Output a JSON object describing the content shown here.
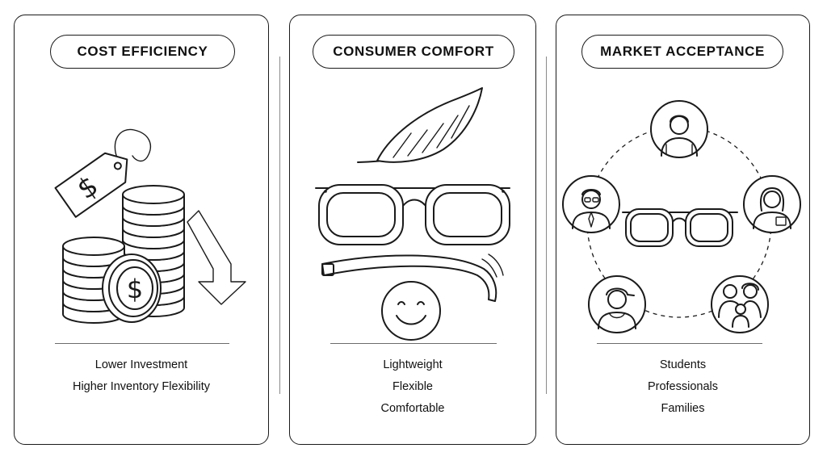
{
  "panels": [
    {
      "title": "COST EFFICIENCY",
      "items": [
        "Lower Investment",
        "Higher Inventory Flexibility"
      ],
      "icons": [
        "price-tag-icon",
        "coin-stack-icon",
        "dollar-coin-icon",
        "down-arrow-icon"
      ]
    },
    {
      "title": "CONSUMER COMFORT",
      "items": [
        "Lightweight",
        "Flexible",
        "Comfortable"
      ],
      "icons": [
        "feather-icon",
        "eyeglasses-icon",
        "bending-temple-icon",
        "smiley-face-icon"
      ]
    },
    {
      "title": "MARKET ACCEPTANCE",
      "items": [
        "Students",
        "Professionals",
        "Families"
      ],
      "icons": [
        "eyeglasses-icon",
        "student-icon",
        "professional-man-icon",
        "professional-woman-icon",
        "young-man-cap-icon",
        "family-icon"
      ]
    }
  ],
  "colors": {
    "line": "#1a1a1a",
    "divider": "#6b6b6b",
    "background": "#ffffff"
  }
}
